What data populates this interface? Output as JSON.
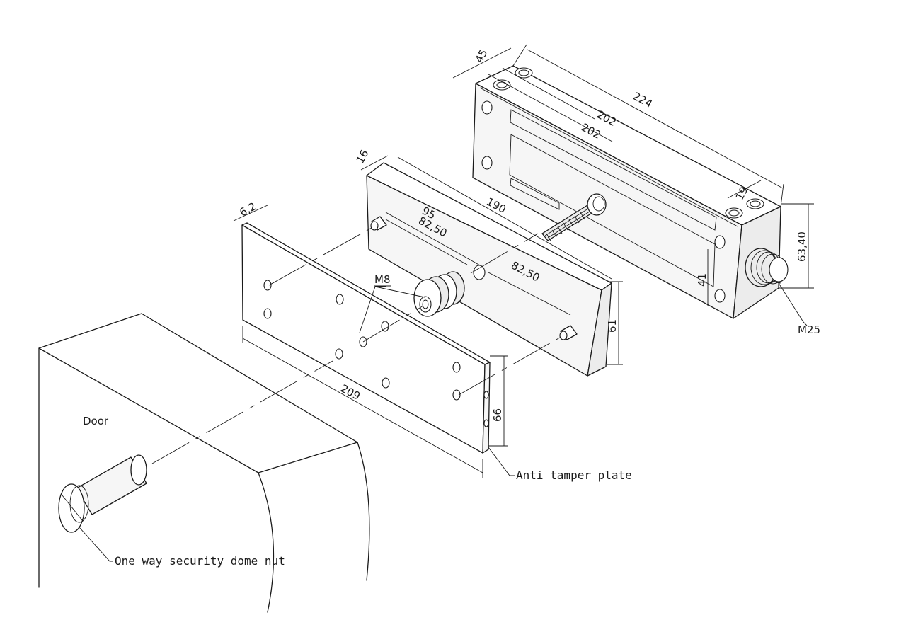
{
  "dimensions": {
    "d224": "224",
    "d202a": "202",
    "d202b": "202",
    "d45": "45",
    "d19": "19",
    "d6340": "63,40",
    "d41": "41",
    "d16": "16",
    "d190": "190",
    "d95": "95",
    "d8250a": "82,50",
    "d8250b": "82,50",
    "d61": "61",
    "d62": "6,2",
    "d209": "209",
    "d66": "66"
  },
  "labels": {
    "m25": "M25",
    "m8": "M8",
    "door": "Door",
    "anti_tamper_plate": "Anti tamper plate",
    "dome_nut": "One way security dome nut"
  }
}
